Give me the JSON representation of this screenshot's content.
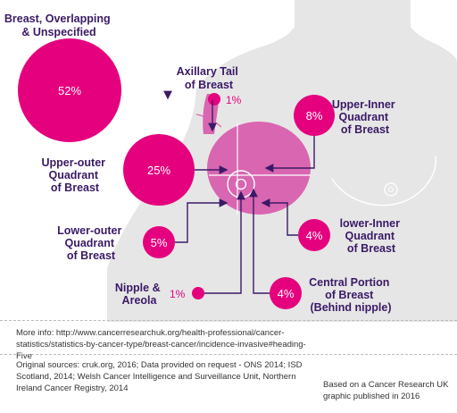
{
  "segments": {
    "overlapping": {
      "label": [
        "Breast, Overlapping",
        "& Unspecified"
      ],
      "pct": "52%",
      "value": 52
    },
    "axillary": {
      "label": [
        "Axillary Tail",
        "of Breast"
      ],
      "pct": "1%",
      "value": 1
    },
    "upper_inner": {
      "label": [
        "Upper-Inner",
        "Quadrant",
        "of Breast"
      ],
      "pct": "8%",
      "value": 8
    },
    "upper_outer": {
      "label": [
        "Upper-outer",
        "Quadrant",
        "of Breast"
      ],
      "pct": "25%",
      "value": 25
    },
    "lower_outer": {
      "label": [
        "Lower-outer",
        "Quadrant",
        "of Breast"
      ],
      "pct": "5%",
      "value": 5
    },
    "lower_inner": {
      "label": [
        "lower-Inner",
        "Quadrant",
        "of Breast"
      ],
      "pct": "4%",
      "value": 4
    },
    "nipple": {
      "label": [
        "Nipple &",
        "Areola"
      ],
      "pct": "1%",
      "value": 1
    },
    "central": {
      "label": [
        "Central Portion",
        "of Breast",
        "(Behind nipple)"
      ],
      "pct": "4%",
      "value": 4
    }
  },
  "footer": {
    "more_info": "More info: http://www.cancerresearchuk.org/health-professional/cancer-statistics/statistics-by-cancer-type/breast-cancer/incidence-invasive#heading-Five",
    "sources": "Original sources: cruk.org, 2016; Data provided on request - ONS 2014; ISD Scotland, 2014; Welsh Cancer Intelligence and Surveillance Unit, Northern Ireland Cancer Registry, 2014",
    "credit": "Based on a Cancer Research UK graphic published in 2016"
  },
  "colors": {
    "accent": "#e5007e",
    "breast_fill": "#d966b0",
    "body": "#e6e6e6",
    "label_text": "#3a1a66"
  }
}
